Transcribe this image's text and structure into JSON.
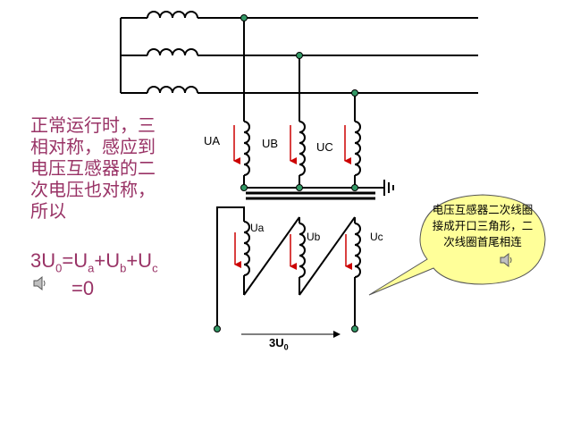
{
  "explanation": {
    "lines": [
      "正常运行时，三",
      "相对称，感应到",
      "电压互感器的二",
      "次电压也对称，",
      "所以"
    ],
    "formula": {
      "lead": "3U",
      "sub0": "0",
      "eq": "=U",
      "suba": "a",
      "plus1": "+U",
      "subb": "b",
      "plus2": "+U",
      "subc": "c"
    },
    "result": "=0"
  },
  "primary_labels": {
    "a": "UA",
    "b": "UB",
    "c": "UC"
  },
  "secondary_labels": {
    "a": "Ua",
    "b": "Ub",
    "c": "Uc"
  },
  "open_delta_label": {
    "main": "3U",
    "sub": "0"
  },
  "callout": {
    "text": "电压互感器二次线圈接成开口三角形，二次线圈首尾相连"
  },
  "colors": {
    "text_accent": "#993366",
    "arrow": "#cc0000",
    "node": "#339966",
    "bubble_fill": "#ffff99"
  },
  "icons": [
    "speaker-icon",
    "ground-icon"
  ]
}
